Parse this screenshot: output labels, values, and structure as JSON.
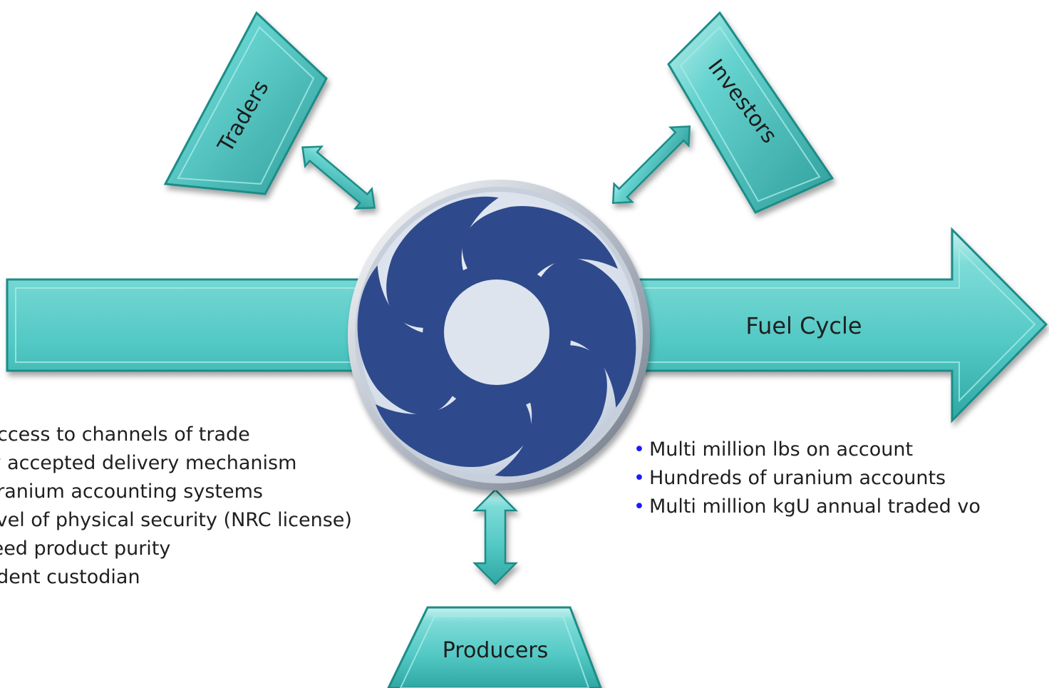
{
  "diagram": {
    "center_logo": "swirl-logo",
    "main_arrow": {
      "label": "Fuel Cycle"
    },
    "nodes": {
      "traders": "Traders",
      "investors": "Investors",
      "producers": "Producers"
    },
    "left_bullets": [
      "Access to channels of trade",
      "ly accepted delivery mechanism",
      "uranium accounting systems",
      "evel of physical security (NRC license)",
      "teed product purity",
      "ndent custodian"
    ],
    "right_bullets": [
      "Multi million lbs on account",
      "Hundreds of uranium accounts",
      "Multi million kgU annual traded vo"
    ],
    "colors": {
      "teal_fill": "#5ccfcb",
      "teal_edge": "#1f8c88",
      "logo_blue": "#2e4a8c",
      "disc": "#dde4ee",
      "bullet_dot": "#1a1aff"
    }
  }
}
